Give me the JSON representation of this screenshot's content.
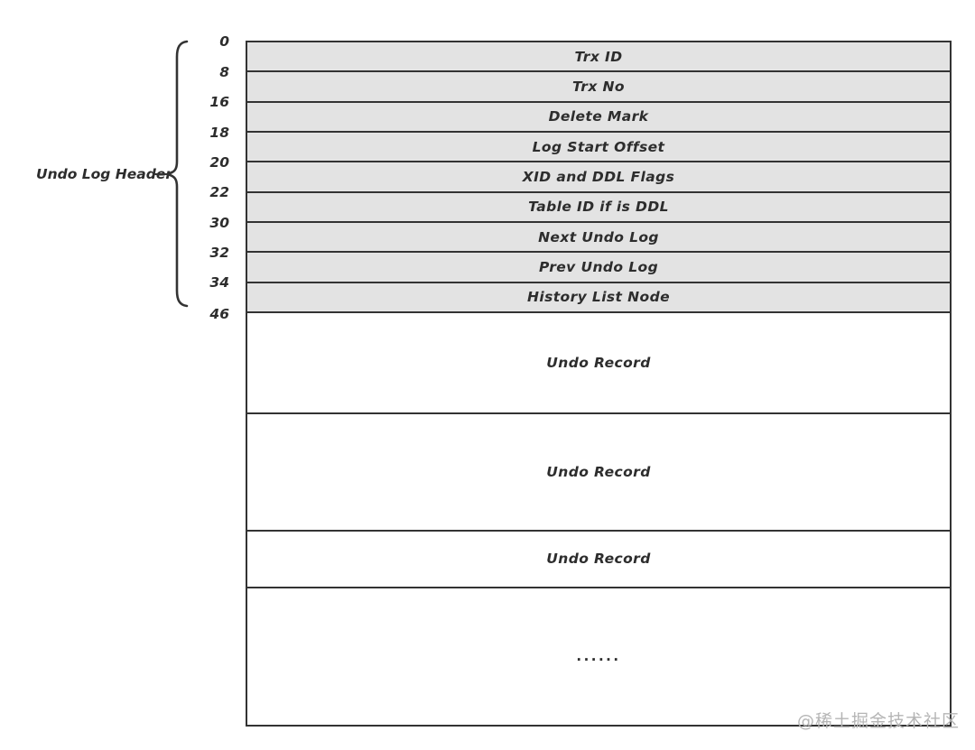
{
  "diagram": {
    "title_semantic": "InnoDB Undo Log structure",
    "brace_label": "Undo Log Header",
    "header_rows": [
      {
        "offset": "0",
        "label": "Trx ID"
      },
      {
        "offset": "8",
        "label": "Trx No"
      },
      {
        "offset": "16",
        "label": "Delete Mark"
      },
      {
        "offset": "18",
        "label": "Log Start Offset"
      },
      {
        "offset": "20",
        "label": "XID and DDL Flags"
      },
      {
        "offset": "22",
        "label": "Table ID if is DDL"
      },
      {
        "offset": "30",
        "label": "Next Undo Log"
      },
      {
        "offset": "32",
        "label": "Prev Undo Log"
      },
      {
        "offset": "34",
        "label": "History List Node"
      }
    ],
    "end_offset": "46",
    "record_sections": [
      {
        "label": "Undo Record"
      },
      {
        "label": "Undo Record"
      },
      {
        "label": "Undo Record"
      },
      {
        "label": "......"
      }
    ],
    "colors": {
      "row_fill": "#e3e3e3",
      "line": "#333333",
      "background": "#ffffff",
      "text": "#2d2d2d",
      "watermark": "#b5b5b5"
    }
  },
  "watermark": "@稀土掘金技术社区"
}
